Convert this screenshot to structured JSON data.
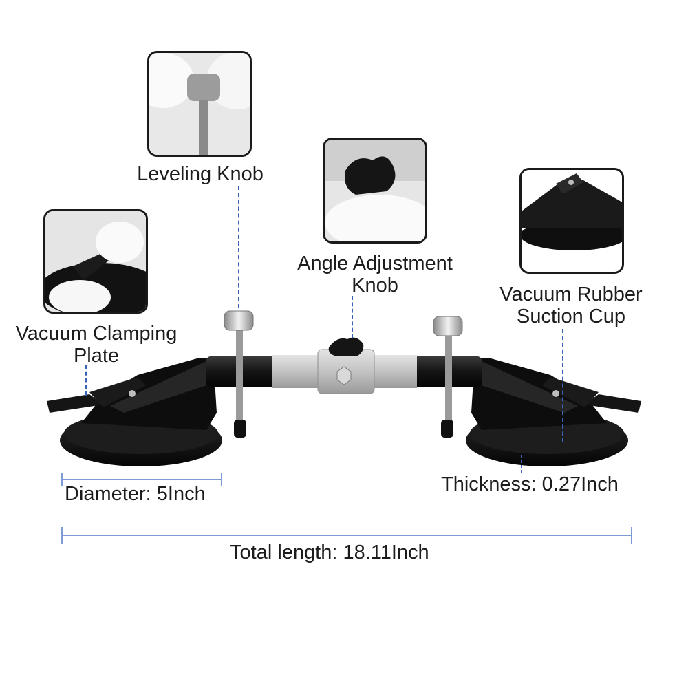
{
  "callouts": {
    "leveling_knob": "Leveling Knob",
    "vacuum_clamping_plate": [
      "Vacuum Clamping",
      "Plate"
    ],
    "angle_adjustment_knob": [
      "Angle Adjustment",
      "Knob"
    ],
    "vacuum_rubber_suction_cup": [
      "Vacuum Rubber",
      "Suction Cup"
    ]
  },
  "dimensions": {
    "diameter": "Diameter: 5Inch",
    "thickness": "Thickness: 0.27Inch",
    "total_length": "Total length: 18.11Inch"
  },
  "colors": {
    "leader_line": "#3a63b8",
    "dimension_line": "#7f9bd6",
    "body_black": "#111111",
    "tube_silver": "#c8c8c8"
  }
}
